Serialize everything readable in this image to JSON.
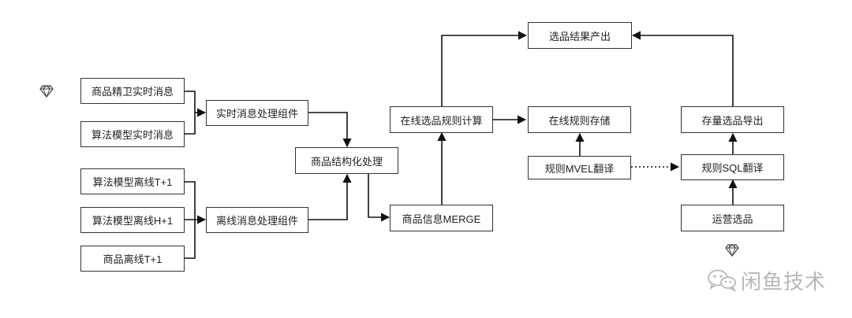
{
  "nodes": {
    "spu_realtime_msg": "商品精卫实时消息",
    "algo_realtime_msg": "算法模型实时消息",
    "algo_offline_t1": "算法模型离线T+1",
    "algo_offline_h1": "算法模型离线H+1",
    "spu_offline_t1": "商品离线T+1",
    "realtime_processor": "实时消息处理组件",
    "offline_processor": "离线消息处理组件",
    "spu_structuring": "商品结构化处理",
    "spu_info_merge": "商品信息MERGE",
    "online_rule_compute": "在线选品规则计算",
    "selection_result": "选品结果产出",
    "online_rule_store": "在线规则存储",
    "rule_mvel_translate": "规则MVEL翻译",
    "rule_sql_translate": "规则SQL翻译",
    "stock_export": "存量选品导出",
    "ops_selection": "运营选品"
  },
  "icons": {
    "gem": "diamond-icon",
    "wechat": "wechat-icon"
  },
  "watermark": {
    "text": "闲鱼技术"
  },
  "colors": {
    "stroke": "#333333",
    "watermark": "#b8b8b8"
  }
}
